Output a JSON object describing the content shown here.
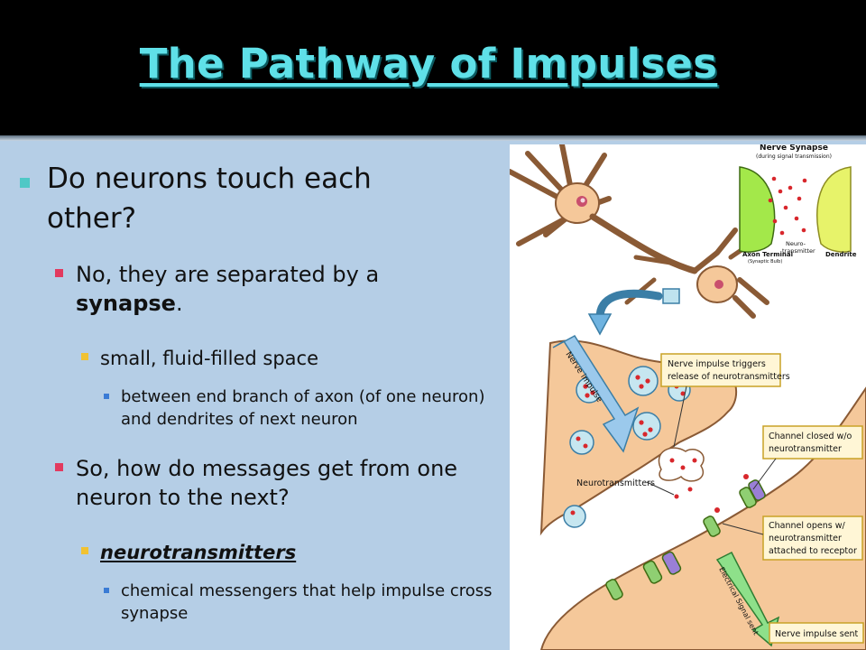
{
  "slide": {
    "title": "The Pathway of Impulses",
    "bullets": {
      "b1": "Do neurons touch each other?",
      "b1_1_pre": "No, they are separated by a ",
      "b1_1_bold": "synapse",
      "b1_1_post": ".",
      "b1_1_1": "small, fluid-filled space",
      "b1_1_1_1": "between end branch of axon (of one neuron) and dendrites of next neuron",
      "b1_2": "So, how do messages get from one neuron to the next?",
      "b1_2_1": "neurotransmitters",
      "b1_2_1_1": "chemical messengers that help impulse cross synapse"
    }
  },
  "figure": {
    "inset_title": "Nerve Synapse",
    "inset_subtitle": "(during signal transmission)",
    "axon_terminal": "Axon Terminal",
    "synaptic_bulb": "(Synaptic Bulb)",
    "neuro_transmitter_line1": "Neuro-",
    "neuro_transmitter_line2": "transmitter",
    "dendrite": "Dendrite",
    "nerve_impulse": "Nerve impulse",
    "triggers_line1": "Nerve impulse triggers",
    "triggers_line2": "release of neurotransmitters",
    "channel_closed_line1": "Channel closed w/o",
    "channel_closed_line2": "neurotransmitter",
    "neurotransmitters": "Neurotransmitters",
    "channel_opens_line1": "Channel opens w/",
    "channel_opens_line2": "neurotransmitter",
    "channel_opens_line3": "attached to receptor",
    "electrical_signal": "Electrical Signal sent",
    "impulse_sent": "Nerve impulse sent"
  },
  "colors": {
    "title": "#5fe0e8",
    "content_bg": "#b5cee6",
    "level1_marker": "#4fc8c6",
    "level2_marker": "#e23a5f",
    "level3_marker": "#f1c232",
    "level4_marker": "#3a7bd5",
    "neuron_fill": "#f5c89a",
    "inset_green": "#a3e84a",
    "inset_yellow": "#e7f36a"
  }
}
